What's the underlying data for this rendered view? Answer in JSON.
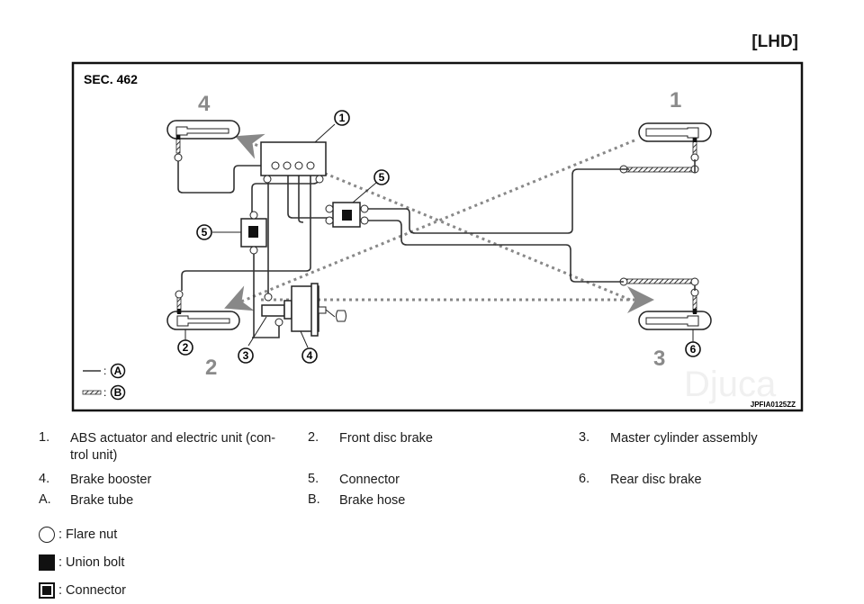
{
  "header": {
    "drive_label": "[LHD]"
  },
  "diagram": {
    "section": "SEC. 462",
    "corners": {
      "front_right": "1",
      "front_left": "2",
      "rear_right": "3",
      "rear_left": "4"
    },
    "callouts": {
      "abs_unit": "1",
      "front_brake": "2",
      "master_cylinder": "3",
      "booster": "4",
      "connector_left": "5",
      "connector_right": "5",
      "rear_brake": "6"
    },
    "line_legend": [
      {
        "style": "solid-line",
        "letter": "A"
      },
      {
        "style": "hatched-line",
        "letter": "B"
      }
    ],
    "image_code": "JPFIA0125ZZ",
    "watermark": "Djuca"
  },
  "parts_legend": [
    {
      "num": "1.",
      "label": "ABS actuator and electric unit (con-\ntrol unit)"
    },
    {
      "num": "2.",
      "label": "Front disc brake"
    },
    {
      "num": "3.",
      "label": "Master cylinder assembly"
    },
    {
      "num": "4.",
      "label": "Brake booster"
    },
    {
      "num": "5.",
      "label": "Connector"
    },
    {
      "num": "6.",
      "label": "Rear disc brake"
    },
    {
      "num": "A.",
      "label": "Brake tube"
    },
    {
      "num": "B.",
      "label": "Brake hose"
    }
  ],
  "symbol_legend": [
    {
      "icon": "flare-nut-circle",
      "label": ": Flare nut"
    },
    {
      "icon": "union-bolt-square",
      "label": ": Union bolt"
    },
    {
      "icon": "connector-square",
      "label": ": Connector"
    }
  ]
}
